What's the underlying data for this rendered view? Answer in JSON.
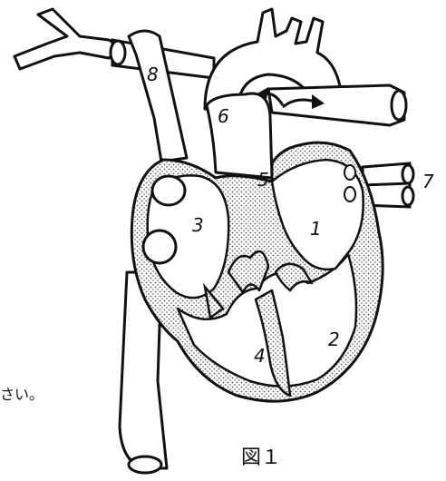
{
  "figure": {
    "caption": "図１",
    "stray_text": "さい。"
  },
  "labels": {
    "l1": "1",
    "l2": "2",
    "l3": "3",
    "l4": "4",
    "l5": "5",
    "l6": "6",
    "l7": "7",
    "l8": "8"
  },
  "colors": {
    "line": "#111111",
    "stipple": "#c9c9c9",
    "background": "#ffffff"
  }
}
